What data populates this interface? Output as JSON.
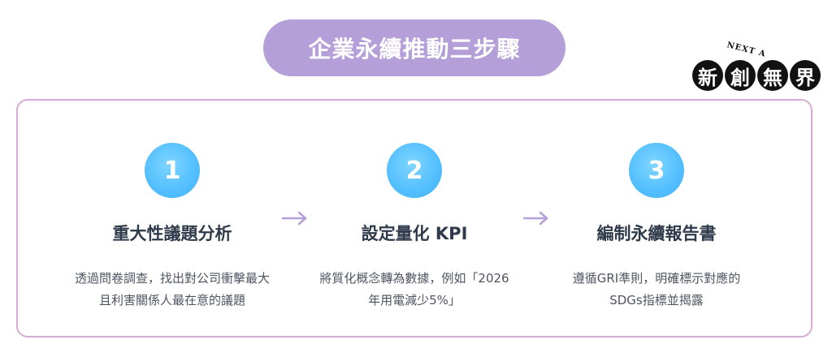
{
  "title": "企業永續推動三步驟",
  "logo": {
    "small_text": "NEXT A",
    "chars": [
      "新",
      "創",
      "無",
      "界"
    ]
  },
  "steps": [
    {
      "number": "1",
      "title": "重大性議題分析",
      "desc_line1": "透過問卷調查，找出對公司衝擊最大",
      "desc_line2": "且利害關係人最在意的議題"
    },
    {
      "number": "2",
      "title": "設定量化 KPI",
      "desc_line1": "將質化概念轉為數據，例如「2026",
      "desc_line2": "年用電減少5%」"
    },
    {
      "number": "3",
      "title": "編制永續報告書",
      "desc_line1": "遵循GRI準則，明確標示對應的",
      "desc_line2": "SDGs指標並揭露"
    }
  ],
  "colors": {
    "title_pill": "#b49fd8",
    "panel_border": "#d6acd6",
    "step_circle": "#52beff",
    "arrow": "#b49fd8"
  }
}
